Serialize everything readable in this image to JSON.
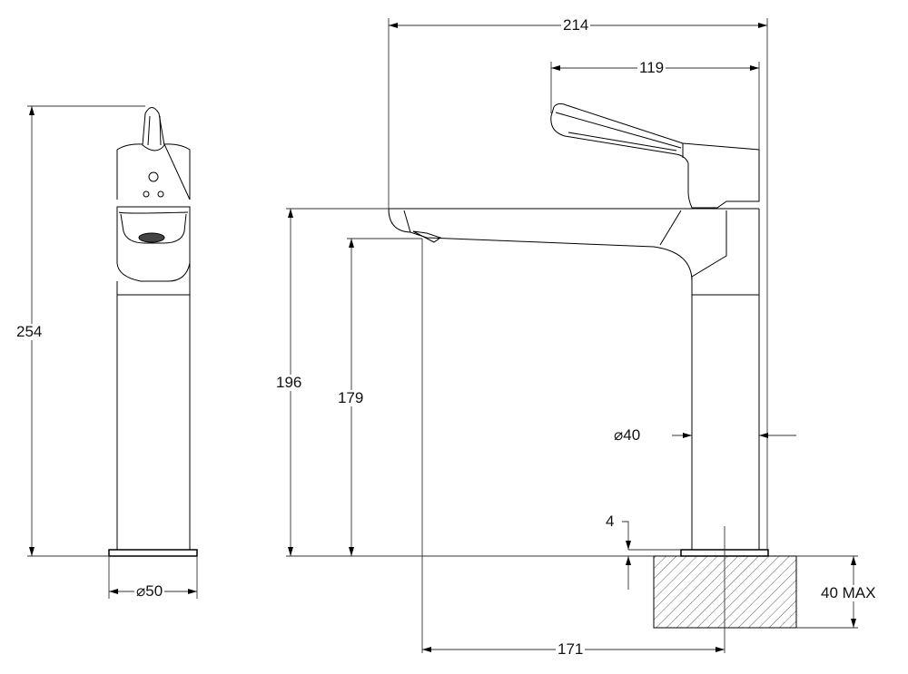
{
  "dimensions": {
    "total_height": "254",
    "base_diameter": "⌀50",
    "total_length": "214",
    "lever_length": "119",
    "spout_top_height": "196",
    "spout_outlet_height": "179",
    "body_diameter": "⌀40",
    "base_plate_thickness": "4",
    "counter_thickness": "40 MAX",
    "spout_reach": "171"
  },
  "colors": {
    "line": "#000000",
    "background": "#ffffff"
  }
}
